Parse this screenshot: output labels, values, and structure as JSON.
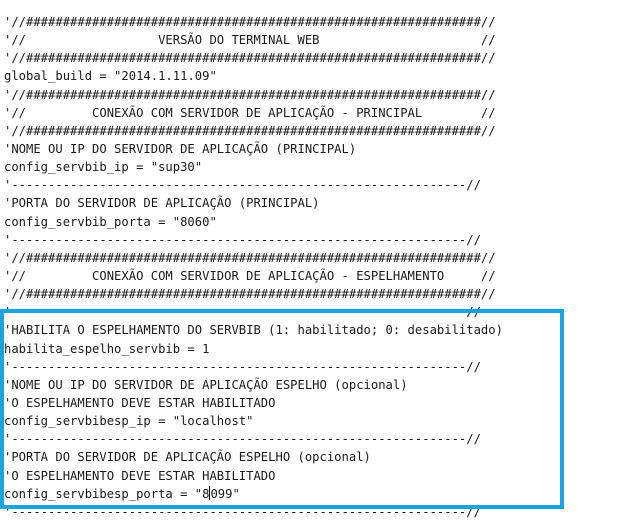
{
  "editor": {
    "lines": [
      "'//##############################################################//",
      "'//                  VERSÃO DO TERMINAL WEB                      //",
      "'//##############################################################//",
      "global_build = \"2014.1.11.09\"",
      "'//##############################################################//",
      "'//         CONEXÃO COM SERVIDOR DE APLICAÇÃO - PRINCIPAL        //",
      "'//##############################################################//",
      "'NOME OU IP DO SERVIDOR DE APLICAÇÃO (PRINCIPAL)",
      "config_servbib_ip = \"sup30\"",
      "'--------------------------------------------------------------//",
      "'PORTA DO SERVIDOR DE APLICAÇÃO (PRINCIPAL)",
      "config_servbib_porta = \"8060\"",
      "'--------------------------------------------------------------//",
      "'//##############################################################//",
      "'//         CONEXÃO COM SERVIDOR DE APLICAÇÃO - ESPELHAMENTO     //",
      "'//##############################################################//",
      "'--------------------------------------------------------------//",
      "'HABILITA O ESPELHAMENTO DO SERVBIB (1: habilitado; 0: desabilitado)",
      "habilita_espelho_servbib = 1",
      "'--------------------------------------------------------------//",
      "'NOME OU IP DO SERVIDOR DE APLICAÇÃO ESPELHO (opcional)",
      "'O ESPELHAMENTO DEVE ESTAR HABILITADO",
      "config_servbibesp_ip = \"localhost\"",
      "'--------------------------------------------------------------//",
      "'PORTA DO SERVIDOR DE APLICAÇÃO ESPELHO (opcional)",
      "'O ESPELHAMENTO DEVE ESTAR HABILITADO",
      "config_servbibesp_porta = \"8099\"",
      "'--------------------------------------------------------------//"
    ]
  },
  "colors": {
    "highlight_border": "#1aa3dd",
    "text": "#1a1a1a",
    "background": "#ffffff"
  }
}
